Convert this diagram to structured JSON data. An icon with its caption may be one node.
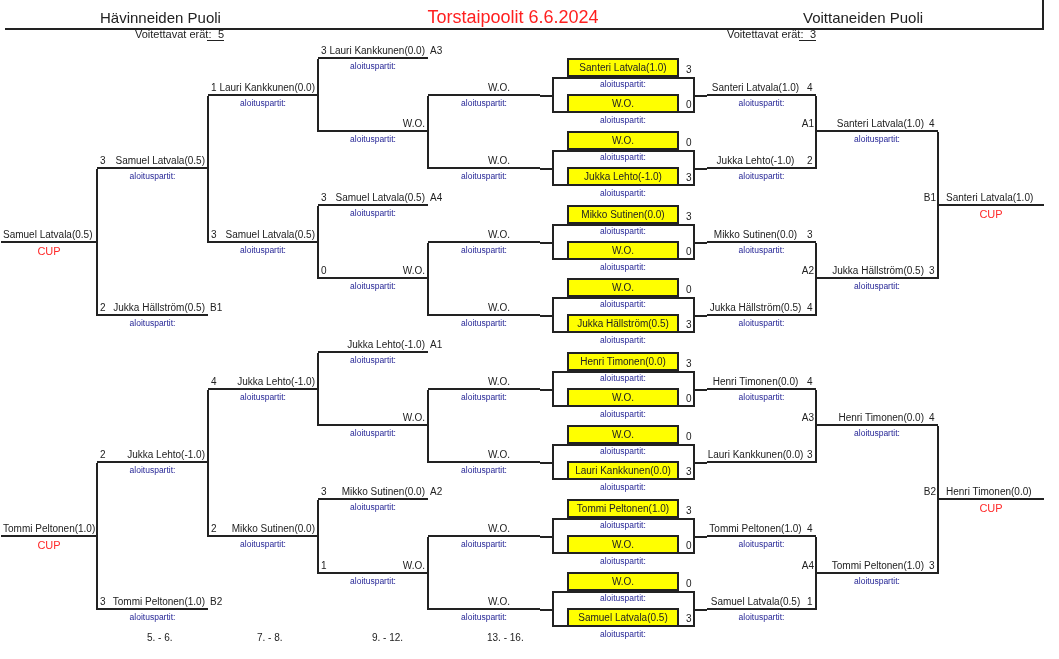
{
  "diagram": {
    "title": "Torstaipoolit 6.6.2024",
    "nodes": [
      {
        "text": [
          "Samuel Latvala(0.5)",
          "CUP"
        ]
      },
      {
        "text": [
          "Tommi Peltonen(1.0)",
          "CUP"
        ]
      },
      {
        "text": [
          "Samuel Latvala(0.5)",
          "aloituspartit:"
        ],
        "beside": [
          "3"
        ]
      },
      {
        "text": [
          "Jukka Hällström(0.5)",
          "aloituspartit:"
        ],
        "beside": [
          "2",
          "B1"
        ]
      },
      {
        "text": [
          "Jukka Lehto(-1.0)",
          "aloituspartit:"
        ],
        "beside": [
          "2"
        ]
      },
      {
        "text": [
          "Tommi Peltonen(1.0)",
          "aloituspartit:"
        ],
        "beside": [
          "3",
          "B2"
        ]
      },
      {
        "text": [
          "Lauri Kankkunen(0.0)",
          "aloituspartit:"
        ],
        "beside": [
          "1"
        ]
      },
      {
        "text": [
          "Samuel Latvala(0.5)",
          "aloituspartit:"
        ],
        "beside": [
          "3"
        ]
      },
      {
        "text": [
          "Jukka Lehto(-1.0)",
          "aloituspartit:"
        ],
        "beside": [
          "4"
        ]
      },
      {
        "text": [
          "Mikko Sutinen(0.0)",
          "aloituspartit:"
        ],
        "beside": [
          "2"
        ]
      },
      {
        "text": [
          "Lauri Kankkunen(0.0)",
          "aloituspartit:"
        ],
        "beside": [
          "3",
          "A3"
        ]
      },
      {
        "text": [
          "W.O.",
          "aloituspartit:"
        ]
      },
      {
        "text": [
          "Samuel Latvala(0.5)",
          "aloituspartit:"
        ],
        "beside": [
          "3",
          "A4"
        ]
      },
      {
        "text": [
          "W.O.",
          "aloituspartit:"
        ],
        "beside": [
          "0"
        ]
      },
      {
        "text": [
          "Jukka Lehto(-1.0)",
          "aloituspartit:"
        ],
        "beside": [
          "A1"
        ]
      },
      {
        "text": [
          "W.O.",
          "aloituspartit:"
        ]
      },
      {
        "text": [
          "Mikko Sutinen(0.0)",
          "aloituspartit:"
        ],
        "beside": [
          "3",
          "A2"
        ]
      },
      {
        "text": [
          "W.O.",
          "aloituspartit:"
        ],
        "beside": [
          "1"
        ]
      },
      {
        "text": [
          "W.O.",
          "aloituspartit:"
        ]
      },
      {
        "text": [
          "W.O.",
          "aloituspartit:"
        ]
      },
      {
        "text": [
          "W.O.",
          "aloituspartit:"
        ]
      },
      {
        "text": [
          "W.O.",
          "aloituspartit:"
        ]
      },
      {
        "text": [
          "W.O.",
          "aloituspartit:"
        ]
      },
      {
        "text": [
          "W.O.",
          "aloituspartit:"
        ]
      },
      {
        "text": [
          "W.O.",
          "aloituspartit:"
        ]
      },
      {
        "text": [
          "W.O.",
          "aloituspartit:"
        ]
      },
      {
        "text": [
          "Santeri Latvala(1.0)"
        ],
        "beside": [
          "3",
          "aloituspartit:"
        ]
      },
      {
        "text": [],
        "shape": "box"
      },
      {
        "text": [
          "W.O."
        ],
        "beside": [
          "aloituspartit:"
        ],
        "in": 27
      },
      {
        "text": [
          "W.O."
        ],
        "beside": [
          "0",
          "aloituspartit:"
        ]
      },
      {
        "text": [],
        "shape": "box"
      },
      {
        "text": [
          "Jukka Lehto(-1.0)"
        ],
        "beside": [
          "aloituspartit:"
        ],
        "in": 30
      },
      {
        "text": [
          "Mikko Sutinen(0.0)"
        ],
        "beside": [
          "3",
          "aloituspartit:"
        ]
      },
      {
        "text": [],
        "shape": "box"
      },
      {
        "text": [
          "W.O."
        ],
        "beside": [
          "aloituspartit:"
        ],
        "in": 33
      },
      {
        "text": [
          "W.O."
        ],
        "beside": [
          "0",
          "aloituspartit:"
        ]
      },
      {
        "text": [],
        "shape": "box"
      },
      {
        "text": [
          "Jukka Hällström(0.5)"
        ],
        "beside": [
          "aloituspartit:"
        ],
        "in": 36
      },
      {
        "text": [
          "Henri Timonen(0.0)"
        ],
        "beside": [
          "3",
          "aloituspartit:"
        ]
      },
      {
        "text": [],
        "shape": "box"
      },
      {
        "text": [
          "W.O."
        ],
        "beside": [
          "aloituspartit:"
        ],
        "in": 39
      },
      {
        "text": [
          "W.O."
        ],
        "beside": [
          "0",
          "aloituspartit:"
        ]
      },
      {
        "text": [],
        "shape": "box"
      },
      {
        "text": [
          "Lauri Kankkunen(0.0)"
        ],
        "beside": [
          "aloituspartit:"
        ],
        "in": 42
      },
      {
        "text": [
          "Tommi Peltonen(1.0)"
        ],
        "beside": [
          "3",
          "aloituspartit:"
        ]
      },
      {
        "text": [],
        "shape": "box"
      },
      {
        "text": [
          "W.O."
        ],
        "beside": [
          "aloituspartit:"
        ],
        "in": 45
      },
      {
        "text": [
          "W.O."
        ],
        "beside": [
          "0",
          "aloituspartit:"
        ]
      },
      {
        "text": [],
        "shape": "box"
      },
      {
        "text": [
          "Samuel Latvala(0.5)"
        ],
        "beside": [
          "aloituspartit:"
        ],
        "in": 48
      },
      {
        "text": [
          "Santeri Latvala(1.0)",
          "aloituspartit:"
        ],
        "beside": [
          "4"
        ]
      },
      {
        "text": [
          "Jukka Lehto(-1.0)",
          "aloituspartit:"
        ],
        "beside": [
          "2"
        ]
      },
      {
        "text": [
          "Mikko Sutinen(0.0)",
          "aloituspartit:"
        ],
        "beside": [
          "3"
        ]
      },
      {
        "text": [
          "Jukka Hällström(0.5)",
          "aloituspartit:"
        ],
        "beside": [
          "4"
        ]
      },
      {
        "text": [
          "Henri Timonen(0.0)",
          "aloituspartit:"
        ],
        "beside": [
          "4"
        ]
      },
      {
        "text": [
          "Lauri Kankkunen(0.0)"
        ],
        "beside": [
          "3"
        ]
      },
      {
        "text": [
          "Tommi Peltonen(1.0)",
          "aloituspartit:"
        ],
        "beside": [
          "4"
        ]
      },
      {
        "text": [
          "Samuel Latvala(0.5)",
          "aloituspartit:"
        ],
        "beside": [
          "1"
        ]
      },
      {
        "text": [
          "Santeri Latvala(1.0)",
          "aloituspartit:"
        ],
        "beside": [
          "A1",
          "4"
        ]
      },
      {
        "text": [
          "Jukka Hällström(0.5)",
          "aloituspartit:"
        ],
        "beside": [
          "A2",
          "3"
        ]
      },
      {
        "text": [
          "Henri Timonen(0.0)",
          "aloituspartit:"
        ],
        "beside": [
          "A3",
          "4"
        ]
      },
      {
        "text": [
          "Tommi Peltonen(1.0)",
          "aloituspartit:"
        ],
        "beside": [
          "A4",
          "3"
        ]
      },
      {
        "text": [
          "Santeri Latvala(1.0)",
          "CUP"
        ],
        "beside": [
          "B1"
        ]
      },
      {
        "text": [
          "Henri Timonen(0.0)",
          "CUP"
        ],
        "beside": [
          "B2"
        ]
      }
    ],
    "edges": [
      {
        "from": 2,
        "to": 0,
        "arrow": "none"
      },
      {
        "from": 3,
        "to": 0,
        "arrow": "none"
      },
      {
        "from": 4,
        "to": 1,
        "arrow": "none"
      },
      {
        "from": 5,
        "to": 1,
        "arrow": "none"
      },
      {
        "from": 6,
        "to": 2,
        "arrow": "none"
      },
      {
        "from": 7,
        "to": 2,
        "arrow": "none"
      },
      {
        "from": 8,
        "to": 4,
        "arrow": "none"
      },
      {
        "from": 9,
        "to": 4,
        "arrow": "none"
      },
      {
        "from": 10,
        "to": 6,
        "arrow": "none"
      },
      {
        "from": 11,
        "to": 6,
        "arrow": "none"
      },
      {
        "from": 12,
        "to": 7,
        "arrow": "none"
      },
      {
        "from": 13,
        "to": 7,
        "arrow": "none"
      },
      {
        "from": 14,
        "to": 8,
        "arrow": "none"
      },
      {
        "from": 15,
        "to": 8,
        "arrow": "none"
      },
      {
        "from": 16,
        "to": 9,
        "arrow": "none"
      },
      {
        "from": 17,
        "to": 9,
        "arrow": "none"
      },
      {
        "from": 18,
        "to": 11,
        "arrow": "none"
      },
      {
        "from": 19,
        "to": 11,
        "arrow": "none"
      },
      {
        "from": 20,
        "to": 13,
        "arrow": "none"
      },
      {
        "from": 21,
        "to": 13,
        "arrow": "none"
      },
      {
        "from": 22,
        "to": 15,
        "arrow": "none"
      },
      {
        "from": 23,
        "to": 15,
        "arrow": "none"
      },
      {
        "from": 24,
        "to": 17,
        "arrow": "none"
      },
      {
        "from": 25,
        "to": 17,
        "arrow": "none"
      },
      {
        "from": 27,
        "to": 18,
        "arrow": "none"
      },
      {
        "from": 30,
        "to": 19,
        "arrow": "none"
      },
      {
        "from": 33,
        "to": 20,
        "arrow": "none"
      },
      {
        "from": 36,
        "to": 21,
        "arrow": "none"
      },
      {
        "from": 39,
        "to": 22,
        "arrow": "none"
      },
      {
        "from": 42,
        "to": 23,
        "arrow": "none"
      },
      {
        "from": 45,
        "to": 24,
        "arrow": "none"
      },
      {
        "from": 48,
        "to": 25,
        "arrow": "none"
      },
      {
        "from": 27,
        "to": 50,
        "arrow": "none"
      },
      {
        "from": 30,
        "to": 51,
        "arrow": "none"
      },
      {
        "from": 33,
        "to": 52,
        "arrow": "none"
      },
      {
        "from": 36,
        "to": 53,
        "arrow": "none"
      },
      {
        "from": 39,
        "to": 54,
        "arrow": "none"
      },
      {
        "from": 42,
        "to": 55,
        "arrow": "none"
      },
      {
        "from": 45,
        "to": 56,
        "arrow": "none"
      },
      {
        "from": 48,
        "to": 57,
        "arrow": "none"
      },
      {
        "from": 50,
        "to": 58,
        "arrow": "none"
      },
      {
        "from": 51,
        "to": 58,
        "arrow": "none"
      },
      {
        "from": 52,
        "to": 59,
        "arrow": "none"
      },
      {
        "from": 53,
        "to": 59,
        "arrow": "none"
      },
      {
        "from": 54,
        "to": 60,
        "arrow": "none"
      },
      {
        "from": 55,
        "to": 60,
        "arrow": "none"
      },
      {
        "from": 56,
        "to": 61,
        "arrow": "none"
      },
      {
        "from": 57,
        "to": 61,
        "arrow": "none"
      },
      {
        "from": 58,
        "to": 62,
        "arrow": "none"
      },
      {
        "from": 59,
        "to": 62,
        "arrow": "none"
      },
      {
        "from": 60,
        "to": 63,
        "arrow": "none"
      },
      {
        "from": 61,
        "to": 63,
        "arrow": "none"
      }
    ],
    "labels": [
      "Hävinneiden Puoli",
      "Voittaneiden Puoli",
      "Voitettavat erät:",
      "5",
      "Voitettavat erät:",
      "3",
      "0",
      "3",
      "0",
      "3",
      "0",
      "3",
      "0",
      "3",
      "5. - 6.",
      "7. - 8.",
      "9. - 12.",
      "13. - 16."
    ]
  }
}
